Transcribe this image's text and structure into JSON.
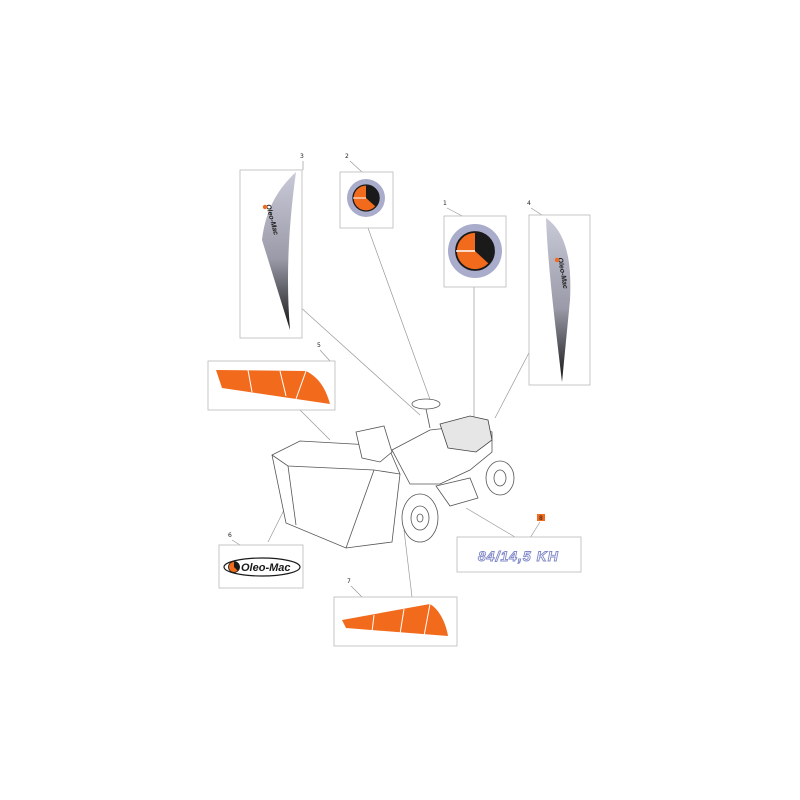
{
  "callouts": {
    "c1": "1",
    "c2": "2",
    "c3": "3",
    "c4": "4",
    "c5": "5",
    "c6": "6",
    "c7": "7",
    "c8": "8"
  },
  "decals": {
    "brand_text": "Oleo-Mac",
    "model_text": "84/14,5 KH"
  },
  "colors": {
    "brand_orange": "#f26a1b",
    "logo_ring": "#a9accb",
    "stripe_dark": "#1a1a1a",
    "stripe_light": "#c9cad8",
    "model_outline": "#7f88c8"
  }
}
